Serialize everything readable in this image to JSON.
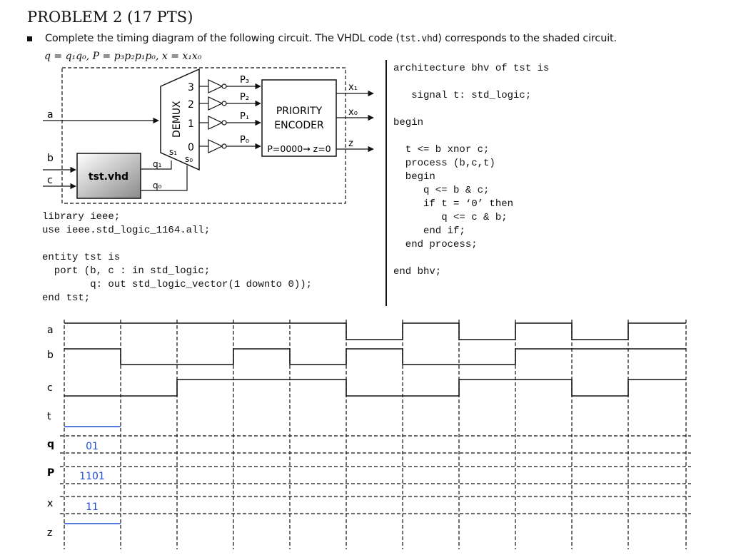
{
  "problem": {
    "title": "PROBLEM 2 (17 PTS)",
    "instruction_pre": "Complete the timing diagram of the following circuit. The VHDL code (",
    "instruction_code": "tst.vhd",
    "instruction_post": ") corresponds to the shaded circuit.",
    "formula": "q = q₁q₀, P = p₃p₂p₁p₀, x = x₁x₀"
  },
  "circuit": {
    "input_a": "a",
    "input_b": "b",
    "input_c": "c",
    "demux_label": "DEMUX",
    "demux_outputs": [
      "3",
      "2",
      "1",
      "0"
    ],
    "select_labels": [
      "s₁",
      "s₀"
    ],
    "p_labels": [
      "P₃",
      "P₂",
      "P₁",
      "P₀"
    ],
    "encoder_line1": "PRIORITY",
    "encoder_line2": "ENCODER",
    "encoder_note": "P=0000→ z=0",
    "outputs": [
      "x₁",
      "x₀",
      "z"
    ],
    "block_name": "tst.vhd",
    "q_labels": [
      "q₁",
      "q₀"
    ]
  },
  "code": {
    "entity_lines": [
      "library ieee;",
      "use ieee.std_logic_1164.all;",
      "",
      "entity tst is",
      "  port (b, c : in std_logic;",
      "        q: out std_logic_vector(1 downto 0));",
      "end tst;"
    ],
    "architecture_lines": [
      "architecture bhv of tst is",
      "",
      "   signal t: std_logic;",
      "",
      "begin",
      "",
      "  t <= b xnor c;",
      "  process (b,c,t)",
      "  begin",
      "     q <= b & c;",
      "     if t = ‘0’ then",
      "        q <= c & b;",
      "     end if;",
      "  end process;",
      "",
      "end bhv;"
    ]
  },
  "timing": {
    "signal_names": [
      "a",
      "b",
      "c",
      "t",
      "q",
      "P",
      "x",
      "z"
    ],
    "a_levels": [
      1,
      1,
      1,
      1,
      1,
      0,
      1,
      0,
      1,
      0,
      1
    ],
    "b_levels": [
      1,
      0,
      0,
      1,
      0,
      1,
      0,
      0,
      1,
      1,
      1
    ],
    "c_levels": [
      0,
      0,
      1,
      1,
      1,
      0,
      0,
      1,
      1,
      0,
      1
    ],
    "t_levels_given": [
      0
    ],
    "z_levels_given": [
      1
    ],
    "q_first": "01",
    "P_first": "1101",
    "x_first": "11",
    "colors": {
      "ink": "#111111",
      "answer": "#1f4fd6"
    }
  }
}
